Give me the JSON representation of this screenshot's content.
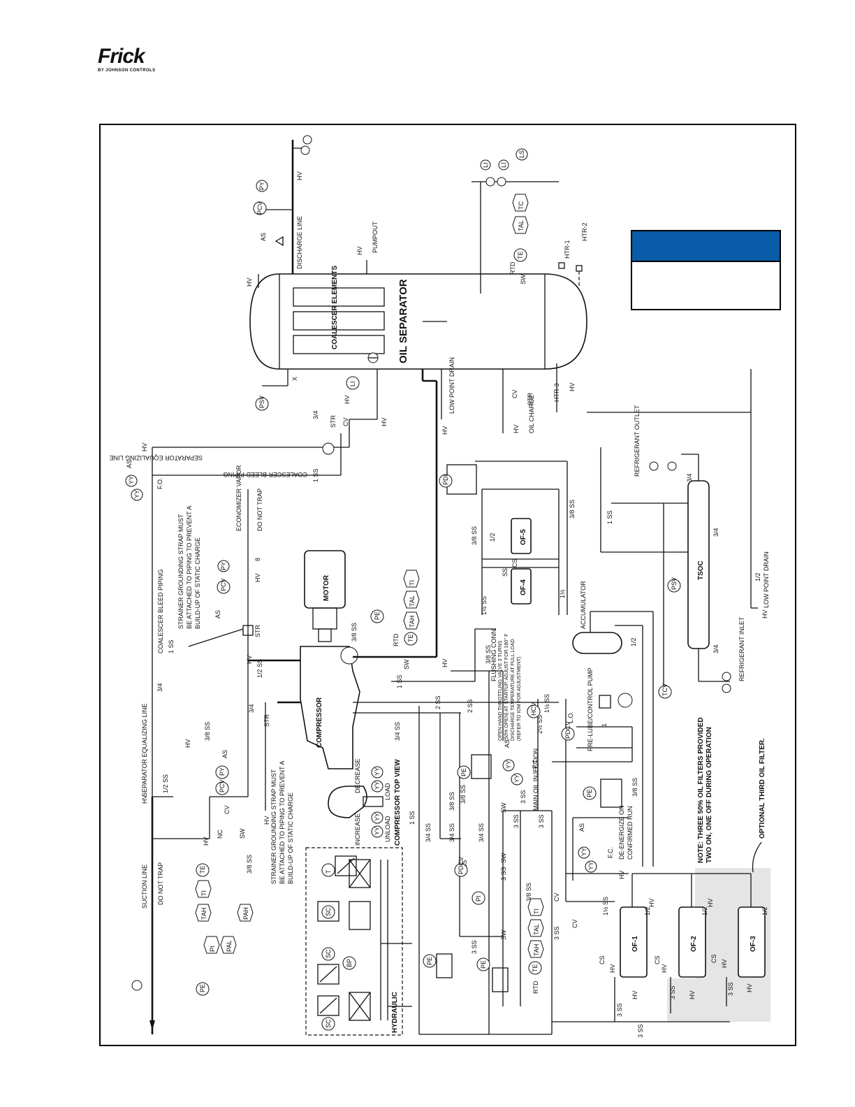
{
  "brand": {
    "name": "Frick",
    "subtitle": "BY JOHNSON CONTROLS",
    "accent": "#0a5ca8"
  },
  "components": {
    "oil_separator": "OIL SEPARATOR",
    "coalescer": "COALESCER ELEMENTS",
    "motor": "MOTOR",
    "compressor": "COMPRESSOR",
    "compressor_top_view": "COMPRESSOR TOP VIEW",
    "accumulator": "ACCUMULATOR",
    "pump": "PRE-LUBE/CONTROL PUMP",
    "tsoc": "TSOC",
    "hydraulic": "HYDRAULIC",
    "of1": "OF-1",
    "of2": "OF-2",
    "of3": "OF-3",
    "of4": "OF-4",
    "of5": "OF-5"
  },
  "lines": {
    "discharge": "DISCHARGE LINE",
    "pumpout": "PUMPOUT",
    "suction": "SUCTION LINE",
    "do_not_trap": "DO NOT TRAP",
    "sep_equalizing": "SEPARATOR EQUALIZING LINE",
    "coalescer_bleed": "COALESCER BLEED PIPING",
    "coalescer_bleed_2": "COALESCER BLEED PIPING",
    "economizer": "ECONOMIZER VAPOR",
    "low_point_drain": "LOW POINT DRAIN",
    "low_point_drain_2": "LOW POINT DRAIN",
    "oil_charge": "OIL CHARGE",
    "refrigerant_outlet": "REFRIGERANT OUTLET",
    "refrigerant_inlet": "REFRIGERANT INLET",
    "main_oil_injection": "MAIN OIL INJECTION"
  },
  "notes": {
    "strainer_1": "STRAINER GROUNDING STRAP MUST BE ATTACHED TO PIPING TO PREVENT A BUILD-UP OF STATIC CHARGE",
    "strainer_2": "STRAINER GROUNDING STRAP MUST BE ATTACHED TO PIPING TO PREVENT A BUILD-UP OF STATIC CHARGE",
    "filters": "NOTE: THREE 50% OIL FILTERS PROVIDED TWO ON, ONE OFF DURING OPERATION",
    "optional": "OPTIONAL THIRD OIL FILTER.",
    "deenergize": "DE-ENERGIZE ON CONFIRMED RUN",
    "flushing": "FLUSHING CONN.",
    "throttling": "OPEN HAND THROTTLING VALVE 3 TURNS (50% OPEN) AT STARTUP. ADJUST FOR 180° F DISCHARGE TEMPERATURE AT FULL LOAD. (REFER TO IOM FOR ADJUSTMENT)"
  },
  "slide": {
    "increase": "INCREASE",
    "decrease": "DECREASE",
    "load": "LOAD",
    "unload": "UNLOAD"
  },
  "tags": {
    "hv": "HV",
    "as": "AS",
    "cv": "CV",
    "str": "STR",
    "sw": "SW",
    "rtd": "RTD",
    "fo": "F.O.",
    "fc": "F.C.",
    "nc": "NC",
    "lo": "L.O.",
    "cs": "CS",
    "htr1": "HTR-1",
    "htr2": "HTR-2",
    "htr3": "HTR-3",
    "x": "X",
    "ss1": "1 SS",
    "ss3": "3 SS",
    "ss38": "3/8 SS",
    "ss34": "3/4 SS",
    "ss2": "2 SS",
    "ss12": "1/2 SS",
    "ss112": "1½ SS",
    "ss212": "2½ SS",
    "f34": "3/4",
    "f12": "1/2",
    "n8": "8",
    "n1": "1",
    "n2": "2",
    "n112": "1½"
  },
  "instruments": {
    "psv": "PSV",
    "li": "LI",
    "ls": "LS",
    "pcv": "PCV",
    "py": "PY",
    "yy": "YY",
    "te": "TE",
    "ti": "TI",
    "tah": "TAH",
    "tal": "TAL",
    "pe": "PE",
    "pi": "PI",
    "pal": "PAL",
    "pah": "PAH",
    "tcv": "TCV",
    "pdi": "PDI",
    "pdcv": "PDCV",
    "hcv": "HCV",
    "sc": "SC",
    "bp": "BP",
    "t": "T",
    "tc": "TC"
  }
}
